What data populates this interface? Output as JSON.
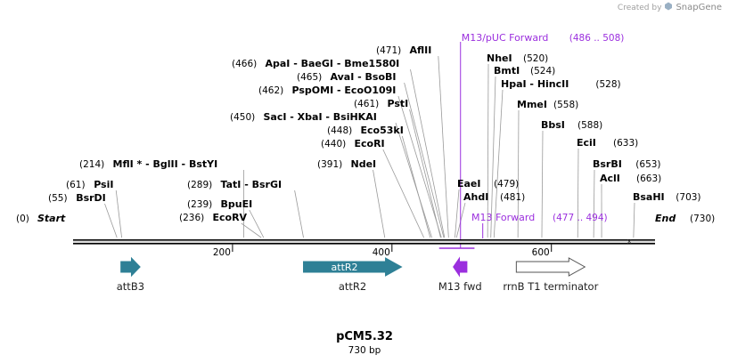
{
  "credit": {
    "prefix": "Created by",
    "brand": "SnapGene",
    "logo_icon": "snapgene-logo-icon"
  },
  "sequence": {
    "name": "pCM5.32",
    "length_label": "730 bp",
    "length": 730
  },
  "ends": {
    "start": {
      "label": "Start",
      "pos": "(0)"
    },
    "end": {
      "label": "End",
      "pos": "(730)"
    }
  },
  "ticks": [
    200,
    400,
    600
  ],
  "cut_labels": [
    {
      "pos": "(55)",
      "text": "BsrDI",
      "site": 55
    },
    {
      "pos": "(61)",
      "text": "PsiI",
      "site": 61
    },
    {
      "pos": "(214)",
      "text": "MflI * - BglII - BstYI",
      "site": 214
    },
    {
      "pos": "(236)",
      "text": "EcoRV",
      "site": 236
    },
    {
      "pos": "(239)",
      "text": "BpuEI",
      "site": 239
    },
    {
      "pos": "(289)",
      "text": "TatI - BsrGI",
      "site": 289
    },
    {
      "pos": "(391)",
      "text": "NdeI",
      "site": 391
    },
    {
      "pos": "(440)",
      "text": "EcoRI",
      "site": 440
    },
    {
      "pos": "(448)",
      "text": "Eco53kI",
      "site": 448
    },
    {
      "pos": "(450)",
      "text": "SacI - XbaI - BsiHKAI",
      "site": 450
    },
    {
      "pos": "(461)",
      "text": "PstI",
      "site": 461
    },
    {
      "pos": "(462)",
      "text": "PspOMI - EcoO109I",
      "site": 462
    },
    {
      "pos": "(465)",
      "text": "AvaI - BsoBI",
      "site": 465
    },
    {
      "pos": "(466)",
      "text": "ApaI - BaeGI - Bme1580I",
      "site": 466
    },
    {
      "pos": "(471)",
      "text": "AflII",
      "site": 471
    },
    {
      "pos": "(479)",
      "text": "EaeI",
      "site": 479
    },
    {
      "pos": "(481)",
      "text": "AhdI",
      "site": 481
    },
    {
      "pos": "(520)",
      "text": "NheI",
      "site": 520
    },
    {
      "pos": "(524)",
      "text": "BmtI",
      "site": 524
    },
    {
      "pos": "(528)",
      "text": "HpaI - HincII",
      "site": 528
    },
    {
      "pos": "(558)",
      "text": "MmeI",
      "site": 558
    },
    {
      "pos": "(588)",
      "text": "BbsI",
      "site": 588
    },
    {
      "pos": "(633)",
      "text": "EciI",
      "site": 633
    },
    {
      "pos": "(653)",
      "text": "BsrBI",
      "site": 653
    },
    {
      "pos": "(663)",
      "text": "AclI",
      "site": 663
    },
    {
      "pos": "(703)",
      "text": "BsaHI",
      "site": 703
    }
  ],
  "primers": [
    {
      "text": "M13/pUC Forward",
      "range": "(486 .. 508)",
      "start": 486,
      "end": 508
    },
    {
      "text": "M13 Forward",
      "range": "(477 .. 494)",
      "start": 477,
      "end": 494
    }
  ],
  "features": [
    {
      "name": "attB3",
      "start": 60,
      "end": 84,
      "label": "",
      "color": "#2e8096",
      "dir": "forward"
    },
    {
      "name": "attR2",
      "start": 289,
      "end": 412,
      "label": "attR2",
      "color": "#2e8096",
      "dir": "forward"
    },
    {
      "name": "M13 fwd",
      "start": 477,
      "end": 494,
      "label": "",
      "color": "#9b2fde",
      "dir": "reverse"
    },
    {
      "name": "rrnB T1 terminator",
      "start": 556,
      "end": 642,
      "label": "",
      "color": "#ffffff",
      "dir": "forward"
    }
  ],
  "colors": {
    "primer": "#9b2fde",
    "feature": "#2e8096",
    "ink": "#000000",
    "leader": "#9a9a9a"
  }
}
